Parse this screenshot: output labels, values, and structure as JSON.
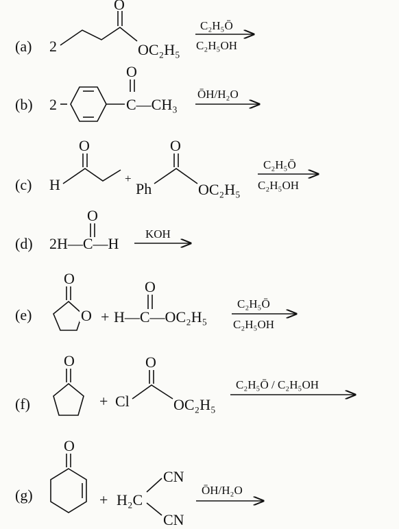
{
  "reactions": [
    {
      "label": "(a)",
      "coef": "2",
      "substituent": "OC₂H₅",
      "oxygen": "O",
      "reagent_top": "C₂H₅Ō",
      "reagent_bottom": "C₂H₅OH"
    },
    {
      "label": "(b)",
      "coef": "2",
      "oxygen": "O",
      "group": "C—CH₃",
      "reagent_top": "ŌH/H₂O"
    },
    {
      "label": "(c)",
      "h_atom": "H",
      "plus": "+",
      "ph": "Ph",
      "oxygen": "O",
      "substituent": "OC₂H₅",
      "reagent_top": "C₂H₅Ō",
      "reagent_bottom": "C₂H₅OH"
    },
    {
      "label": "(d)",
      "formula": "2H—C—H",
      "oxygen": "O",
      "reagent_top": "KOH"
    },
    {
      "label": "(e)",
      "ring_oxygen": "O",
      "carbonyl_oxygen": "O",
      "plus": "+",
      "formula": "H—C—OC₂H₅",
      "reagent_top": "C₂H₅Ō",
      "reagent_bottom": "C₂H₅OH"
    },
    {
      "label": "(f)",
      "oxygen": "O",
      "plus": "+",
      "cl": "Cl",
      "substituent": "OC₂H₅",
      "reagent_top": "C₂H₅Ō / C₂H₅OH"
    },
    {
      "label": "(g)",
      "oxygen": "O",
      "plus": "+",
      "h2c": "H₂C",
      "cn": "CN",
      "reagent_top": "ŌH/H₂O"
    }
  ]
}
